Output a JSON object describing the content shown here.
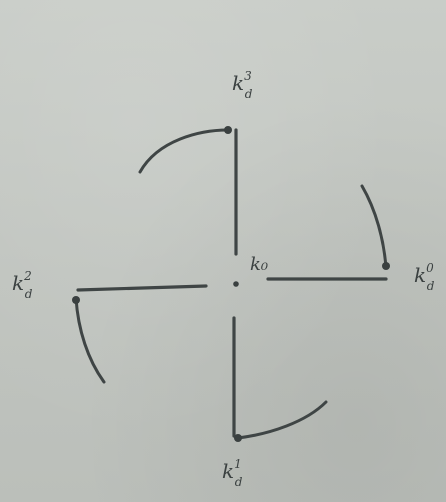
{
  "diagram": {
    "center_label": "k₀",
    "labels": {
      "top": {
        "main": "k",
        "sup": "3",
        "sub": "d"
      },
      "right": {
        "main": "k",
        "sup": "0",
        "sub": "d"
      },
      "bottom": {
        "main": "k",
        "sup": "1",
        "sub": "d"
      },
      "left": {
        "main": "k",
        "sup": "2",
        "sub": "d"
      }
    },
    "ink_color": "#3f4545",
    "board_color": "#c3c7c2"
  }
}
